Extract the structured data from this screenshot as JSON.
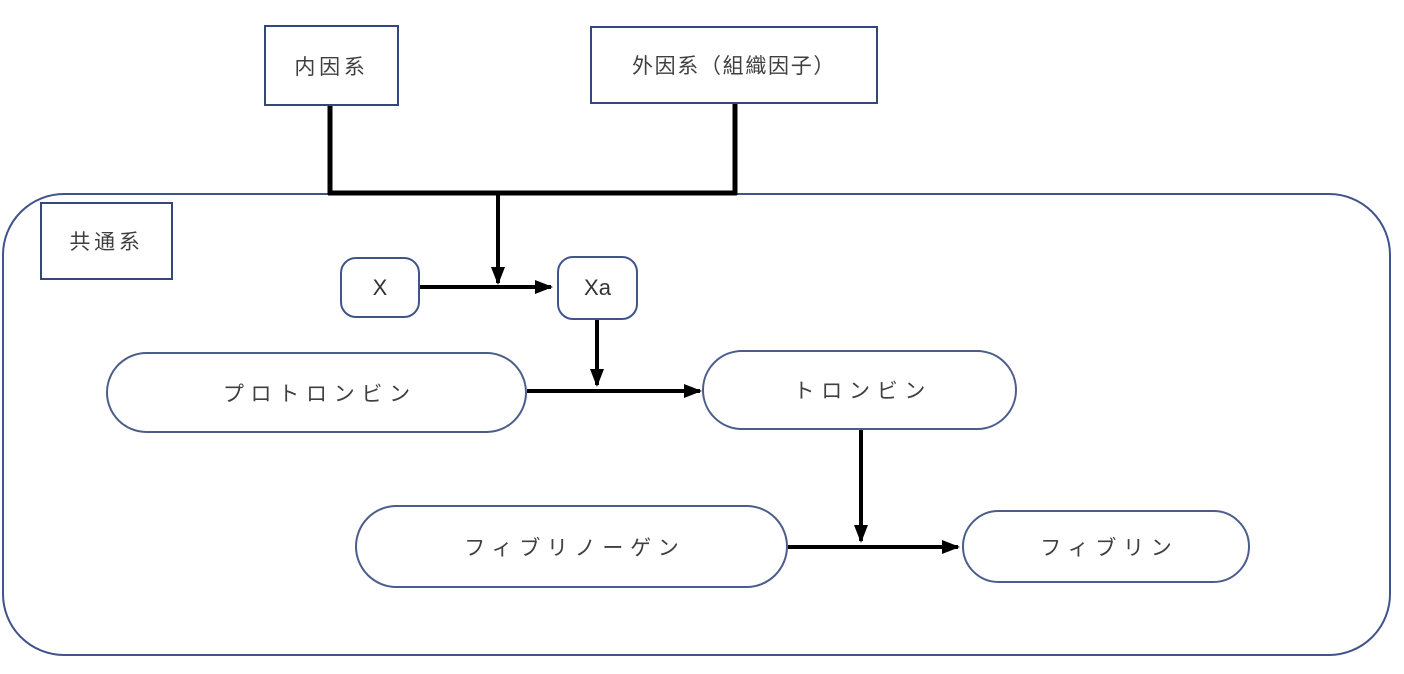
{
  "diagram": {
    "kind": "flowchart",
    "nodes": {
      "intrinsic": {
        "label": "内因系",
        "shape": "rectangle"
      },
      "extrinsic": {
        "label": "外因系（組織因子）",
        "shape": "rectangle"
      },
      "common": {
        "label": "共通系",
        "shape": "rectangle-label"
      },
      "x": {
        "label": "X",
        "shape": "rounded-rectangle"
      },
      "xa": {
        "label": "Xa",
        "shape": "rounded-rectangle"
      },
      "prothrombin": {
        "label": "プロトロンビン",
        "shape": "stadium"
      },
      "thrombin": {
        "label": "トロンビン",
        "shape": "stadium"
      },
      "fibrinogen": {
        "label": "フィブリノーゲン",
        "shape": "stadium"
      },
      "fibrin": {
        "label": "フィブリン",
        "shape": "stadium"
      }
    },
    "edges": [
      {
        "from": "intrinsic",
        "to": "merge-junction",
        "style": "thick-line"
      },
      {
        "from": "extrinsic",
        "to": "merge-junction",
        "style": "thick-line"
      },
      {
        "from": "merge-junction",
        "to": "x-to-xa-arrow",
        "style": "arrow-down"
      },
      {
        "from": "x",
        "to": "xa",
        "style": "arrow-right"
      },
      {
        "from": "xa",
        "to": "prothrombin-to-thrombin-arrow",
        "style": "arrow-down"
      },
      {
        "from": "prothrombin",
        "to": "thrombin",
        "style": "arrow-right"
      },
      {
        "from": "thrombin",
        "to": "fibrinogen-to-fibrin-arrow",
        "style": "arrow-down"
      },
      {
        "from": "fibrinogen",
        "to": "fibrin",
        "style": "arrow-right"
      }
    ],
    "colors": {
      "node_border": "#41548a",
      "rect_border": "#33477a",
      "connector": "#000000",
      "text": "#3f3f3f",
      "background": "#ffffff"
    }
  }
}
